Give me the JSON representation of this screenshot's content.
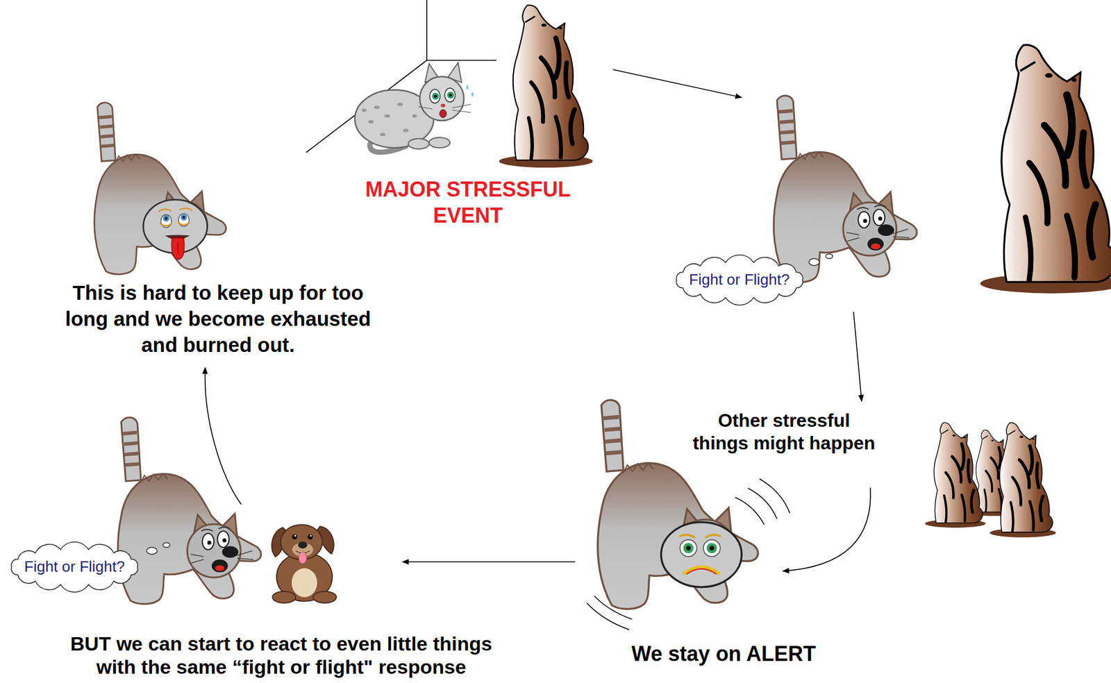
{
  "diagram": {
    "nodes": [
      {
        "text": [
          "Fight or Flight?"
        ]
      },
      {
        "text": [
          "Fight or Flight?"
        ]
      }
    ],
    "labels": [
      "MAJOR STRESSFUL EVENT",
      "Other stressful things might happen",
      "We stay on ALERT",
      "BUT we can start to react to even little things with the same “fight or flight\" response",
      "This is hard to keep up for too long and we become exhausted and burned out."
    ]
  }
}
